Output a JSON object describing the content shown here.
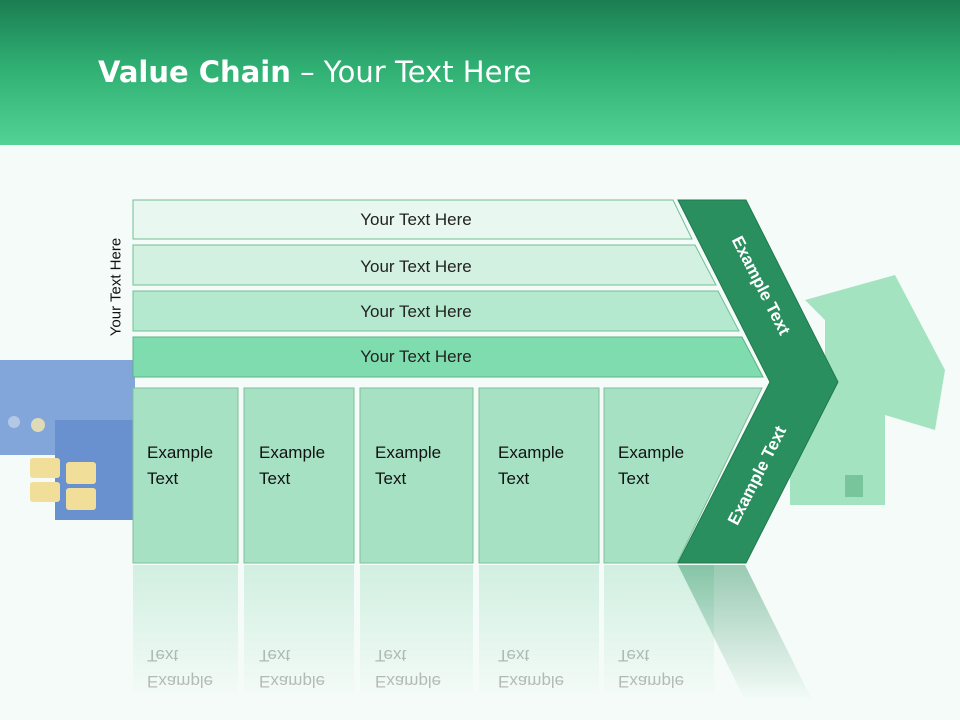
{
  "slide": {
    "title_bold": "Value Chain",
    "title_rest": " – Your Text Here",
    "side_label": "Your Text Here",
    "bars": [
      {
        "label": "Your Text Here"
      },
      {
        "label": "Your Text Here"
      },
      {
        "label": "Your Text Here"
      },
      {
        "label": "Your Text Here"
      }
    ],
    "columns": [
      {
        "line1": "Example",
        "line2": "Text"
      },
      {
        "line1": "Example",
        "line2": "Text"
      },
      {
        "line1": "Example",
        "line2": "Text"
      },
      {
        "line1": "Example",
        "line2": "Text"
      },
      {
        "line1": "Example",
        "line2": "Text"
      }
    ],
    "chevron_upper": "Example Text",
    "chevron_lower": "Example Text"
  },
  "colors": {
    "header_dark": "#1b7d52",
    "header_light": "#52d394",
    "chevron": "#2a8f5e",
    "bar_1": "#e8f7ef",
    "bar_2": "#d3f1e1",
    "bar_3": "#b5e9cf",
    "bar_4": "#7edcae",
    "column": "#a6e1c4"
  }
}
